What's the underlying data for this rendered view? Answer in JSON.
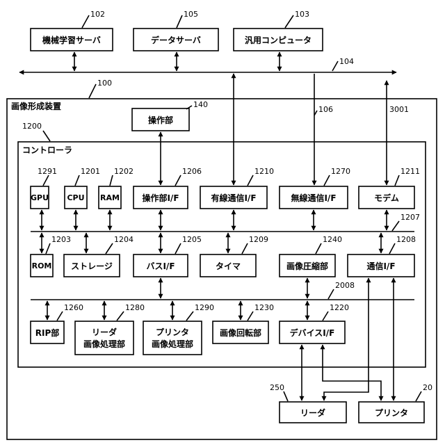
{
  "external": {
    "ml_server": {
      "label": "機械学習サーバ",
      "ref": "102"
    },
    "data_server": {
      "label": "データサーバ",
      "ref": "105"
    },
    "general_computer": {
      "label": "汎用コンピュータ",
      "ref": "103"
    },
    "network_ref": "104"
  },
  "device": {
    "title": "画像形成装置",
    "ref": "100",
    "operation_unit": {
      "label": "操作部",
      "ref": "140"
    },
    "wireless_line_ref": "106",
    "modem_line_ref": "3001"
  },
  "controller": {
    "title": "コントローラ",
    "ref": "1200",
    "gpu": {
      "label": "GPU",
      "ref": "1291"
    },
    "cpu": {
      "label": "CPU",
      "ref": "1201"
    },
    "ram": {
      "label": "RAM",
      "ref": "1202"
    },
    "op_if": {
      "label": "操作部I/F",
      "ref": "1206"
    },
    "wired_if": {
      "label": "有線通信I/F",
      "ref": "1210"
    },
    "wireless_if": {
      "label": "無線通信I/F",
      "ref": "1270"
    },
    "modem": {
      "label": "モデム",
      "ref": "1211"
    },
    "system_bus_ref": "1207",
    "rom": {
      "label": "ROM",
      "ref": "1203"
    },
    "storage": {
      "label": "ストレージ",
      "ref": "1204"
    },
    "bus_if": {
      "label": "バスI/F",
      "ref": "1205"
    },
    "timer": {
      "label": "タイマ",
      "ref": "1209"
    },
    "compress": {
      "label": "画像圧縮部",
      "ref": "1240"
    },
    "comm_if": {
      "label": "通信I/F",
      "ref": "1208"
    },
    "image_bus_ref": "2008",
    "rip": {
      "label": "RIP部",
      "ref": "1260"
    },
    "reader_proc": {
      "label1": "リーダ",
      "label2": "画像処理部",
      "ref": "1280"
    },
    "printer_proc": {
      "label1": "プリンタ",
      "label2": "画像処理部",
      "ref": "1290"
    },
    "rotate": {
      "label": "画像回転部",
      "ref": "1230"
    },
    "device_if": {
      "label": "デバイスI/F",
      "ref": "1220"
    }
  },
  "peripherals": {
    "reader": {
      "label": "リーダ",
      "ref": "250"
    },
    "printer": {
      "label": "プリンタ",
      "ref": "20"
    }
  }
}
